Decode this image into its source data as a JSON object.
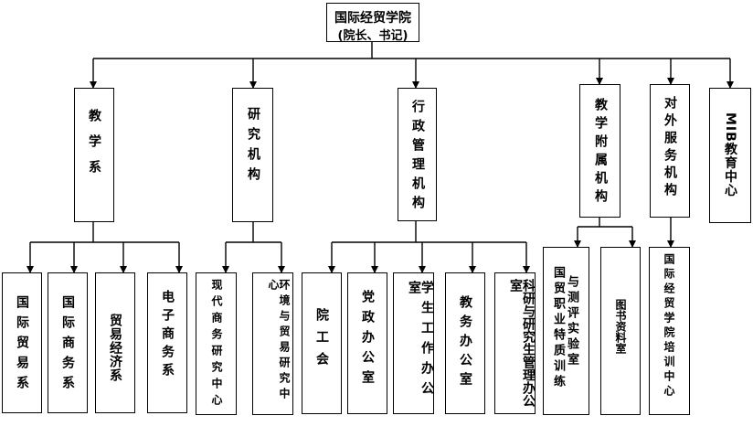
{
  "root": {
    "title": "国际经贸学院",
    "subtitle": "(院长、书记)"
  },
  "level1": {
    "teaching": "教学系",
    "research": "研究机构",
    "admin": "行政管理机构",
    "attached": "教学附属机构",
    "external": "对外服务机构",
    "mib": "MIB教育中心"
  },
  "teaching_children": [
    "国际贸易系",
    "国际商务系",
    "贸易经济系",
    "电子商务系"
  ],
  "research_children": [
    "现代商务研究中心",
    "环境与贸易研究中心"
  ],
  "admin_children": [
    "院工会",
    "党政办公室",
    "学生工作办公室",
    "教务办公室",
    "科研与研究生管理办公室"
  ],
  "attached_children": {
    "lab_col1": "与测评实验室",
    "lab_col2": "国贸职业特质训练",
    "reading_room": "图书资料室"
  },
  "external_children": [
    "国际经贸学院培训中心"
  ]
}
